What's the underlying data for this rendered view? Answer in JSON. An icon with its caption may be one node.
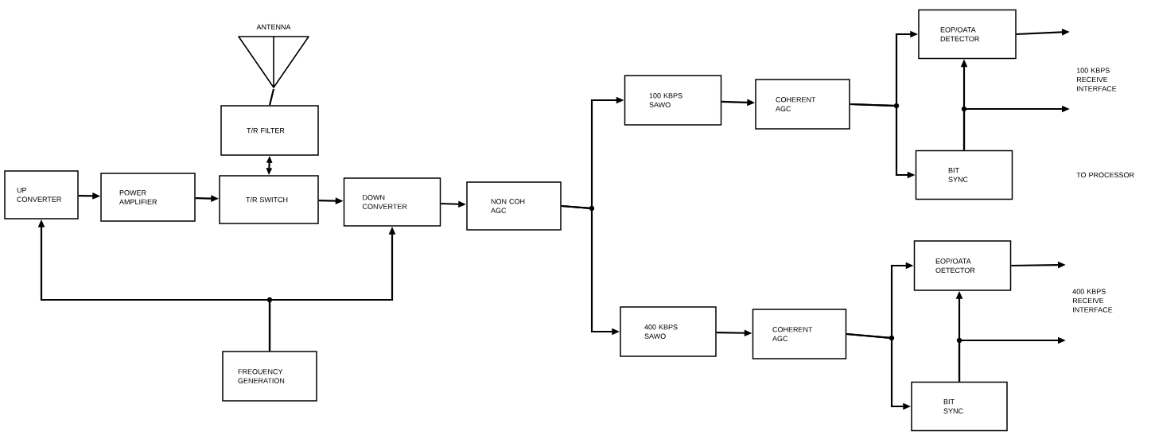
{
  "diagram": {
    "nodes": [
      {
        "text": [
          "UP CONVERTER"
        ]
      },
      {
        "text": [
          "POWER AMPLIFIER"
        ]
      },
      {
        "text": [
          "T/R SWITCH"
        ]
      },
      {
        "text": [
          "T/R FILTER"
        ]
      },
      {
        "text": [
          "ANTENNA"
        ]
      },
      {
        "text": [
          "DOWN CONVERTER"
        ]
      },
      {
        "text": [
          "NON COH AGC"
        ]
      },
      {
        "text": [
          "FREOUENCY GENERATION"
        ]
      },
      {
        "text": [
          "100 KBPS SAWO"
        ]
      },
      {
        "text": [
          "COHERENT AGC"
        ]
      },
      {
        "text": [
          "EOP/OATA DETECTOR"
        ]
      },
      {
        "text": [
          "BIT SYNC"
        ]
      },
      {
        "text": [
          "400 KBPS SAWO"
        ]
      },
      {
        "text": [
          "COHERENT AGC"
        ]
      },
      {
        "text": [
          "EOP/OATA OETECTOR"
        ]
      },
      {
        "text": [
          "BIT SYNC"
        ]
      }
    ],
    "edges": [
      {
        "from": 0,
        "to": 1,
        "arrow": "to"
      },
      {
        "from": 1,
        "to": 2,
        "arrow": "to"
      },
      {
        "from": 3,
        "to": 2,
        "arrow": "both"
      },
      {
        "from": 4,
        "to": 3,
        "arrow": "none"
      },
      {
        "from": 2,
        "to": 5,
        "arrow": "to"
      },
      {
        "from": 5,
        "to": 6,
        "arrow": "to"
      },
      {
        "from": 7,
        "to": 0,
        "arrow": "to"
      },
      {
        "from": 7,
        "to": 5,
        "arrow": "to"
      },
      {
        "from": 6,
        "to": 8,
        "arrow": "to"
      },
      {
        "from": 6,
        "to": 12,
        "arrow": "to"
      },
      {
        "from": 8,
        "to": 9,
        "arrow": "to"
      },
      {
        "from": 9,
        "to": 10,
        "arrow": "to"
      },
      {
        "from": 9,
        "to": 11,
        "arrow": "to"
      },
      {
        "from": 11,
        "to": 10,
        "arrow": "to"
      },
      {
        "from": 10,
        "to": null,
        "arrow": "to"
      },
      {
        "from": 11,
        "to": null,
        "arrow": "to"
      },
      {
        "from": 12,
        "to": 13,
        "arrow": "to"
      },
      {
        "from": 13,
        "to": 14,
        "arrow": "to"
      },
      {
        "from": 13,
        "to": 15,
        "arrow": "to"
      },
      {
        "from": 15,
        "to": 14,
        "arrow": "to"
      },
      {
        "from": 14,
        "to": null,
        "arrow": "to"
      },
      {
        "from": 15,
        "to": null,
        "arrow": "to"
      }
    ],
    "labels": [
      "100 KBPS RECEIVE INTERFACE",
      "TO PROCESSOR",
      "400 KBPS RECEIVE INTERFACE"
    ]
  }
}
